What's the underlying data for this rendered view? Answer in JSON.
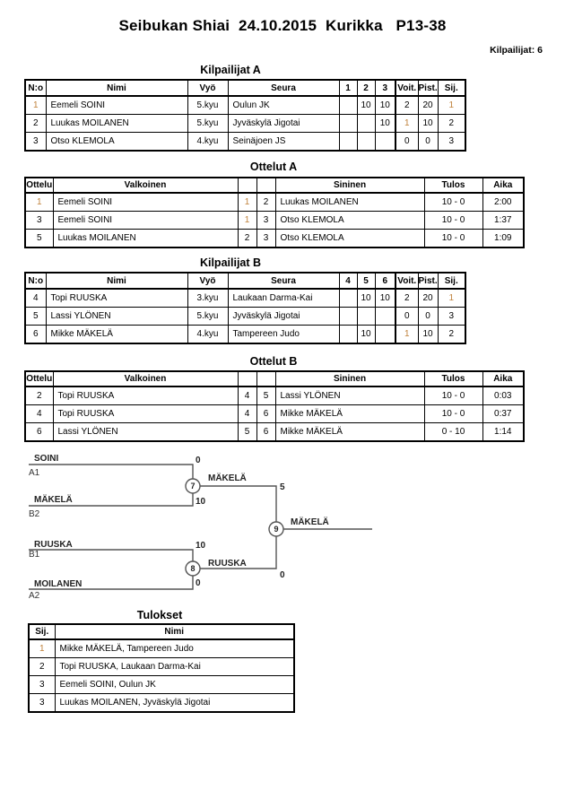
{
  "page": {
    "title": "Seibukan Shiai  24.10.2015  Kurikka   P13-38",
    "competitors_label": "Kilpailijat: 6"
  },
  "competitors_a": {
    "heading": "Kilpailijat A",
    "headers": {
      "no": "N:o",
      "name": "Nimi",
      "belt": "Vyö",
      "club": "Seura",
      "c1": "1",
      "c2": "2",
      "c3": "3",
      "wins": "Voit.",
      "points": "Pist.",
      "rank": "Sij."
    },
    "rows": [
      {
        "no": "1",
        "name": "Eemeli SOINI",
        "belt": "5.kyu",
        "club": "Oulun JK",
        "c1": "",
        "c2": "10",
        "c3": "10",
        "wins": "2",
        "points": "20",
        "rank": "1"
      },
      {
        "no": "2",
        "name": "Luukas MOILANEN",
        "belt": "5.kyu",
        "club": "Jyväskylä Jigotai",
        "c1": "",
        "c2": "",
        "c3": "10",
        "wins": "1",
        "points": "10",
        "rank": "2"
      },
      {
        "no": "3",
        "name": "Otso KLEMOLA",
        "belt": "4.kyu",
        "club": "Seinäjoen JS",
        "c1": "",
        "c2": "",
        "c3": "",
        "wins": "0",
        "points": "0",
        "rank": "3"
      }
    ]
  },
  "matches_a": {
    "heading": "Ottelut A",
    "headers": {
      "match": "Ottelu",
      "white": "Valkoinen",
      "blue": "Sininen",
      "result": "Tulos",
      "time": "Aika"
    },
    "rows": [
      {
        "match": "1",
        "white": "Eemeli SOINI",
        "white_no": "1",
        "blue_no": "2",
        "blue": "Luukas MOILANEN",
        "result": "10 - 0",
        "time": "2:00"
      },
      {
        "match": "3",
        "white": "Eemeli SOINI",
        "white_no": "1",
        "blue_no": "3",
        "blue": "Otso KLEMOLA",
        "result": "10 - 0",
        "time": "1:37"
      },
      {
        "match": "5",
        "white": "Luukas MOILANEN",
        "white_no": "2",
        "blue_no": "3",
        "blue": "Otso KLEMOLA",
        "result": "10 - 0",
        "time": "1:09"
      }
    ]
  },
  "competitors_b": {
    "heading": "Kilpailijat B",
    "headers": {
      "no": "N:o",
      "name": "Nimi",
      "belt": "Vyö",
      "club": "Seura",
      "c1": "4",
      "c2": "5",
      "c3": "6",
      "wins": "Voit.",
      "points": "Pist.",
      "rank": "Sij."
    },
    "rows": [
      {
        "no": "4",
        "name": "Topi RUUSKA",
        "belt": "3.kyu",
        "club": "Laukaan Darma-Kai",
        "c1": "",
        "c2": "10",
        "c3": "10",
        "wins": "2",
        "points": "20",
        "rank": "1"
      },
      {
        "no": "5",
        "name": "Lassi YLÖNEN",
        "belt": "5.kyu",
        "club": "Jyväskylä Jigotai",
        "c1": "",
        "c2": "",
        "c3": "",
        "wins": "0",
        "points": "0",
        "rank": "3"
      },
      {
        "no": "6",
        "name": "Mikke MÄKELÄ",
        "belt": "4.kyu",
        "club": "Tampereen Judo",
        "c1": "",
        "c2": "10",
        "c3": "",
        "wins": "1",
        "points": "10",
        "rank": "2"
      }
    ]
  },
  "matches_b": {
    "heading": "Ottelut B",
    "headers": {
      "match": "Ottelu",
      "white": "Valkoinen",
      "blue": "Sininen",
      "result": "Tulos",
      "time": "Aika"
    },
    "rows": [
      {
        "match": "2",
        "white": "Topi RUUSKA",
        "white_no": "4",
        "blue_no": "5",
        "blue": "Lassi YLÖNEN",
        "result": "10 - 0",
        "time": "0:03"
      },
      {
        "match": "4",
        "white": "Topi RUUSKA",
        "white_no": "4",
        "blue_no": "6",
        "blue": "Mikke MÄKELÄ",
        "result": "10 - 0",
        "time": "0:37"
      },
      {
        "match": "6",
        "white": "Lassi YLÖNEN",
        "white_no": "5",
        "blue_no": "6",
        "blue": "Mikke MÄKELÄ",
        "result": "0 - 10",
        "time": "1:14"
      }
    ]
  },
  "bracket": {
    "semifinal_top": {
      "number": "7",
      "white_name": "SOINI",
      "white_seed": "A1",
      "white_score": "0",
      "blue_name": "MÄKELÄ",
      "blue_seed": "B2",
      "blue_score": "10",
      "winner_name": "MÄKELÄ",
      "winner_score": "5"
    },
    "semifinal_bottom": {
      "number": "8",
      "white_name": "RUUSKA",
      "white_seed": "B1",
      "white_score": "10",
      "blue_name": "MOILANEN",
      "blue_seed": "A2",
      "blue_score": "0",
      "winner_name": "RUUSKA",
      "winner_score": "0"
    },
    "final": {
      "number": "9",
      "winner_name": "MÄKELÄ"
    }
  },
  "results": {
    "heading": "Tulokset",
    "headers": {
      "rank": "Sij.",
      "name": "Nimi"
    },
    "rows": [
      {
        "rank": "1",
        "name": "Mikke MÄKELÄ, Tampereen Judo"
      },
      {
        "rank": "2",
        "name": "Topi RUUSKA, Laukaan Darma-Kai"
      },
      {
        "rank": "3",
        "name": "Eemeli SOINI, Oulun JK"
      },
      {
        "rank": "3",
        "name": "Luukas MOILANEN, Jyväskylä Jigotai"
      }
    ]
  }
}
